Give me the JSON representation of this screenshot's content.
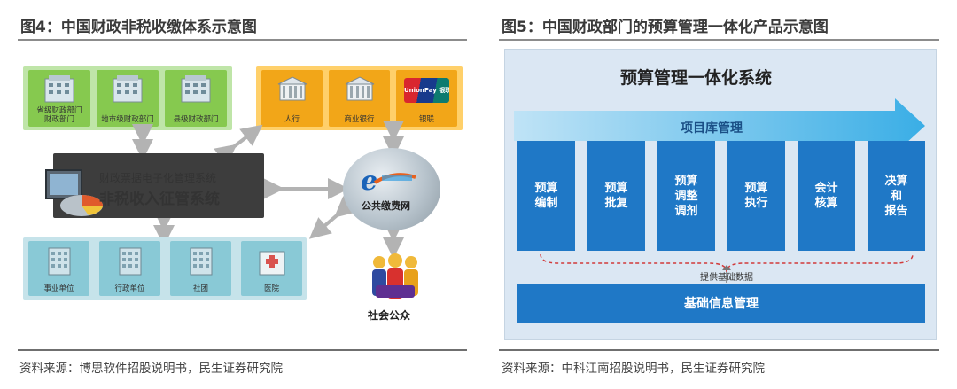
{
  "figure4": {
    "title": "图4：中国财政非税收缴体系示意图",
    "gov_departments": [
      {
        "label": "省级财政部门\n财政部门"
      },
      {
        "label": "地市级财政部门"
      },
      {
        "label": "县级财政部门"
      }
    ],
    "banks": [
      {
        "label": "人行"
      },
      {
        "label": "商业银行"
      },
      {
        "label": "银联"
      }
    ],
    "unionpay_logo": "UnionPay 银联",
    "central_system": {
      "line1": "财政票据电子化管理系统",
      "line2": "非税收入征管系统"
    },
    "payment_portal": {
      "label": "公共缴费网"
    },
    "institutions": [
      {
        "label": "事业单位"
      },
      {
        "label": "行政单位"
      },
      {
        "label": "社团"
      },
      {
        "label": "医院"
      }
    ],
    "public_label": "社会公众",
    "source": "资料来源：博思软件招股说明书，民生证券研究院"
  },
  "figure5": {
    "title": "图5：中国财政部门的预算管理一体化产品示意图",
    "system_title": "预算管理一体化系统",
    "project_lib": "项目库管理",
    "stages": [
      {
        "label": "预算\n编制"
      },
      {
        "label": "预算\n批复"
      },
      {
        "label": "预算\n调整\n调剂"
      },
      {
        "label": "预算\n执行"
      },
      {
        "label": "会计\n核算"
      },
      {
        "label": "决算\n和\n报告"
      }
    ],
    "support_label": "提供基础数据",
    "base_label": "基础信息管理",
    "source": "资料来源：中科江南招股说明书，民生证券研究院"
  },
  "colors": {
    "green_panel": "#bfe5a8",
    "orange_panel": "#ffd06a",
    "blue_panel": "#c6e3ea",
    "dark_box": "#3d3d3d",
    "stage_blue": "#1f78c6",
    "arrow_blue": "#48b4e8"
  }
}
